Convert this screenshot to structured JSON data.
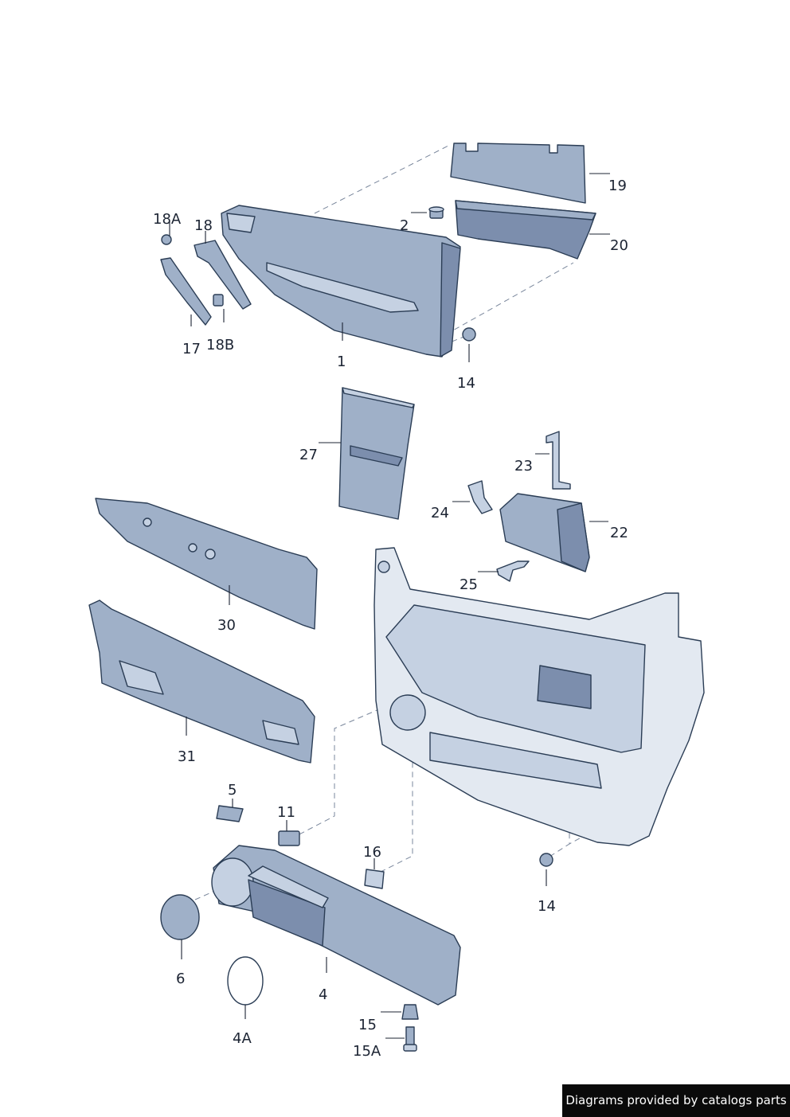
{
  "diagram": {
    "title": "",
    "parts": [
      {
        "id": "part-1",
        "callout": "1"
      },
      {
        "id": "part-2",
        "callout": "2"
      },
      {
        "id": "part-4",
        "callout": "4"
      },
      {
        "id": "part-4a",
        "callout": "4A"
      },
      {
        "id": "part-5",
        "callout": "5"
      },
      {
        "id": "part-6",
        "callout": "6"
      },
      {
        "id": "part-11",
        "callout": "11"
      },
      {
        "id": "part-14a",
        "callout": "14"
      },
      {
        "id": "part-14b",
        "callout": "14"
      },
      {
        "id": "part-15",
        "callout": "15"
      },
      {
        "id": "part-15a",
        "callout": "15A"
      },
      {
        "id": "part-16",
        "callout": "16"
      },
      {
        "id": "part-17",
        "callout": "17"
      },
      {
        "id": "part-18",
        "callout": "18"
      },
      {
        "id": "part-18a",
        "callout": "18A"
      },
      {
        "id": "part-18b",
        "callout": "18B"
      },
      {
        "id": "part-19",
        "callout": "19"
      },
      {
        "id": "part-20",
        "callout": "20"
      },
      {
        "id": "part-22",
        "callout": "22"
      },
      {
        "id": "part-23",
        "callout": "23"
      },
      {
        "id": "part-24",
        "callout": "24"
      },
      {
        "id": "part-25",
        "callout": "25"
      },
      {
        "id": "part-27",
        "callout": "27"
      },
      {
        "id": "part-30",
        "callout": "30"
      },
      {
        "id": "part-31",
        "callout": "31"
      }
    ]
  },
  "footer": {
    "credit": "Diagrams provided by catalogs parts"
  },
  "colors": {
    "part_fill": "#9fb0c8",
    "part_light": "#c5d1e2",
    "outline": "#2b3d55",
    "door_frame": "#e3e9f1",
    "credit_bg": "#0a0a0a"
  }
}
